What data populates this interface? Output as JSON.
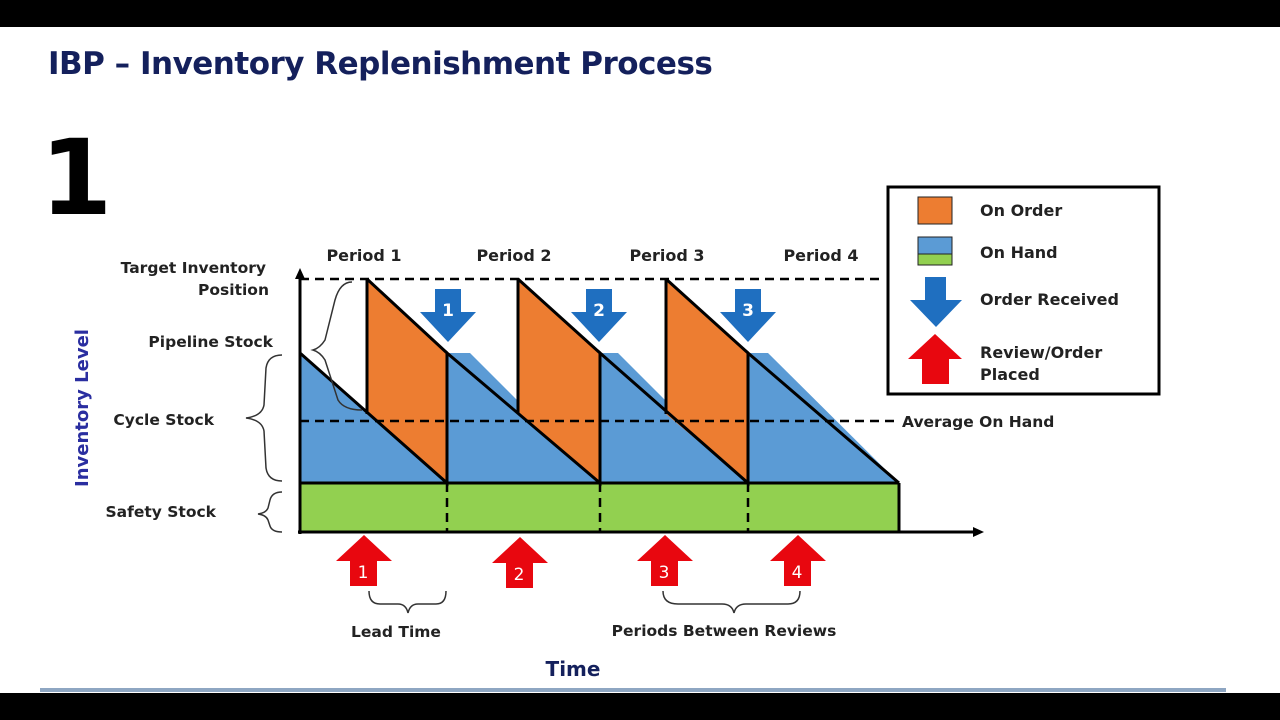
{
  "header": {
    "title": "IBP – Inventory Replenishment Process",
    "slide_number": "1"
  },
  "diagram": {
    "axis": {
      "y_label": "Inventory Level",
      "x_label": "Time"
    },
    "periods": [
      "Period 1",
      "Period 2",
      "Period 3",
      "Period 4"
    ],
    "left_labels": {
      "target": [
        "Target Inventory",
        "Position"
      ],
      "pipeline": "Pipeline Stock",
      "cycle": "Cycle Stock",
      "safety": "Safety Stock"
    },
    "average_label": "Average On Hand",
    "order_received_markers": [
      "1",
      "2",
      "3"
    ],
    "review_markers": [
      "1",
      "2",
      "3",
      "4"
    ],
    "bottom_labels": {
      "lead_time": "Lead Time",
      "periods_between": "Periods Between Reviews"
    },
    "legend": {
      "on_order": "On Order",
      "on_hand": "On Hand",
      "order_received": "Order Received",
      "review_line1": "Review/Order",
      "review_line2": "Placed"
    },
    "colors": {
      "on_order": "#ed7d31",
      "on_hand": "#5b9bd5",
      "safety": "#92d050",
      "arrow_blue": "#1f6fc0",
      "arrow_red": "#e8070f",
      "title": "#14205c",
      "y_label": "#2a2ea0"
    }
  }
}
